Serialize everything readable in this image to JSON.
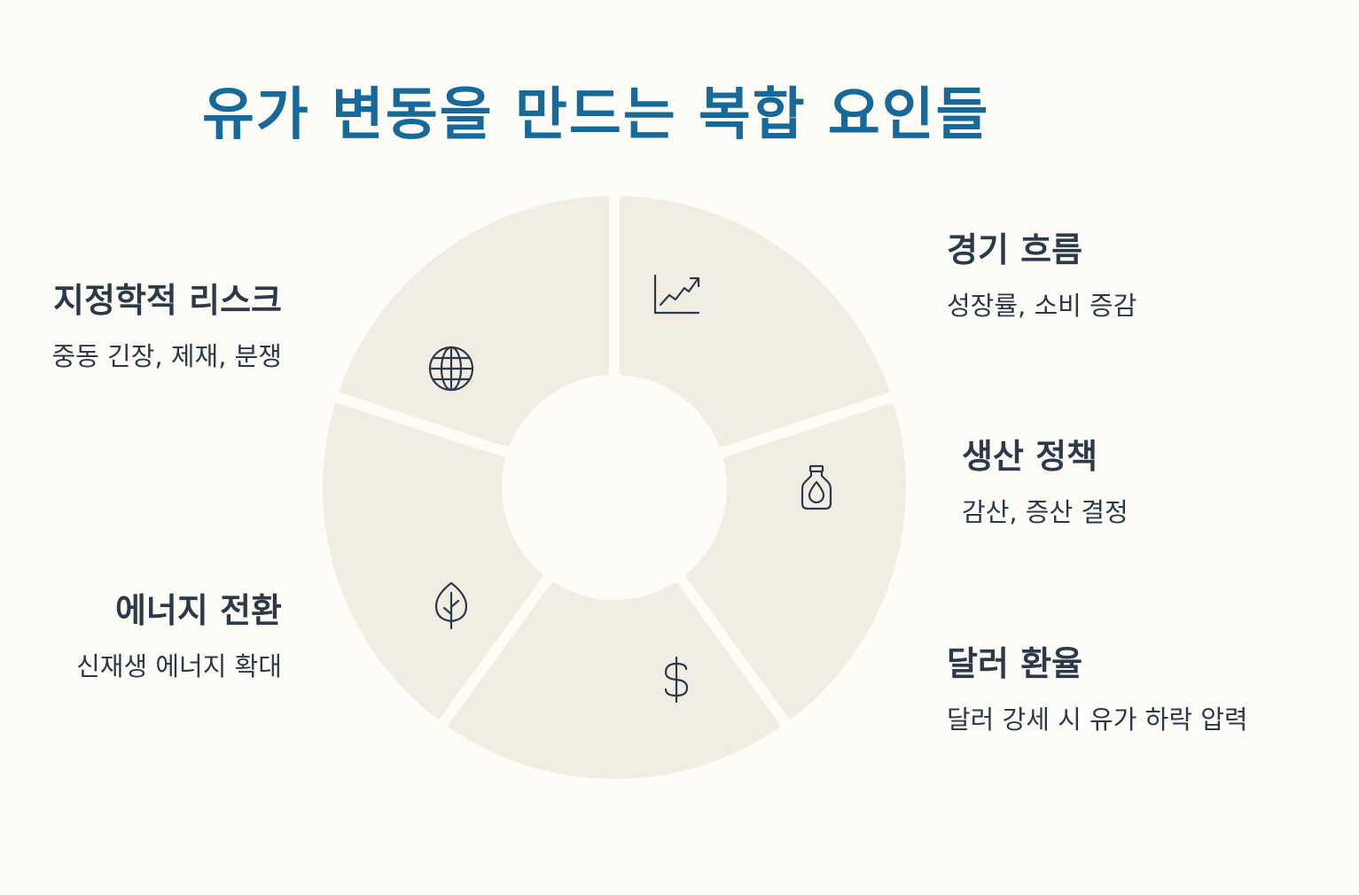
{
  "title": "유가 변동을 만드는 복합 요인들",
  "colors": {
    "background": "#fefcf6",
    "segment": "#f1ede3",
    "title": "#15699b",
    "text": "#2b3a4a",
    "icon": "#2b3a4a"
  },
  "factors": [
    {
      "id": "economy",
      "title": "경기 흐름",
      "detail": "성장률, 소비 증감",
      "icon": "chart-trend-icon"
    },
    {
      "id": "production",
      "title": "생산 정책",
      "detail": "감산, 증산 결정",
      "icon": "oil-bottle-icon"
    },
    {
      "id": "dollar",
      "title": "달러 환율",
      "detail": "달러 강세 시 유가 하락 압력",
      "icon": "dollar-icon"
    },
    {
      "id": "energy",
      "title": "에너지 전환",
      "detail": "신재생 에너지 확대",
      "icon": "leaf-icon"
    },
    {
      "id": "geopolitics",
      "title": "지정학적 리스크",
      "detail": "중동 긴장, 제재, 분쟁",
      "icon": "globe-icon"
    }
  ]
}
